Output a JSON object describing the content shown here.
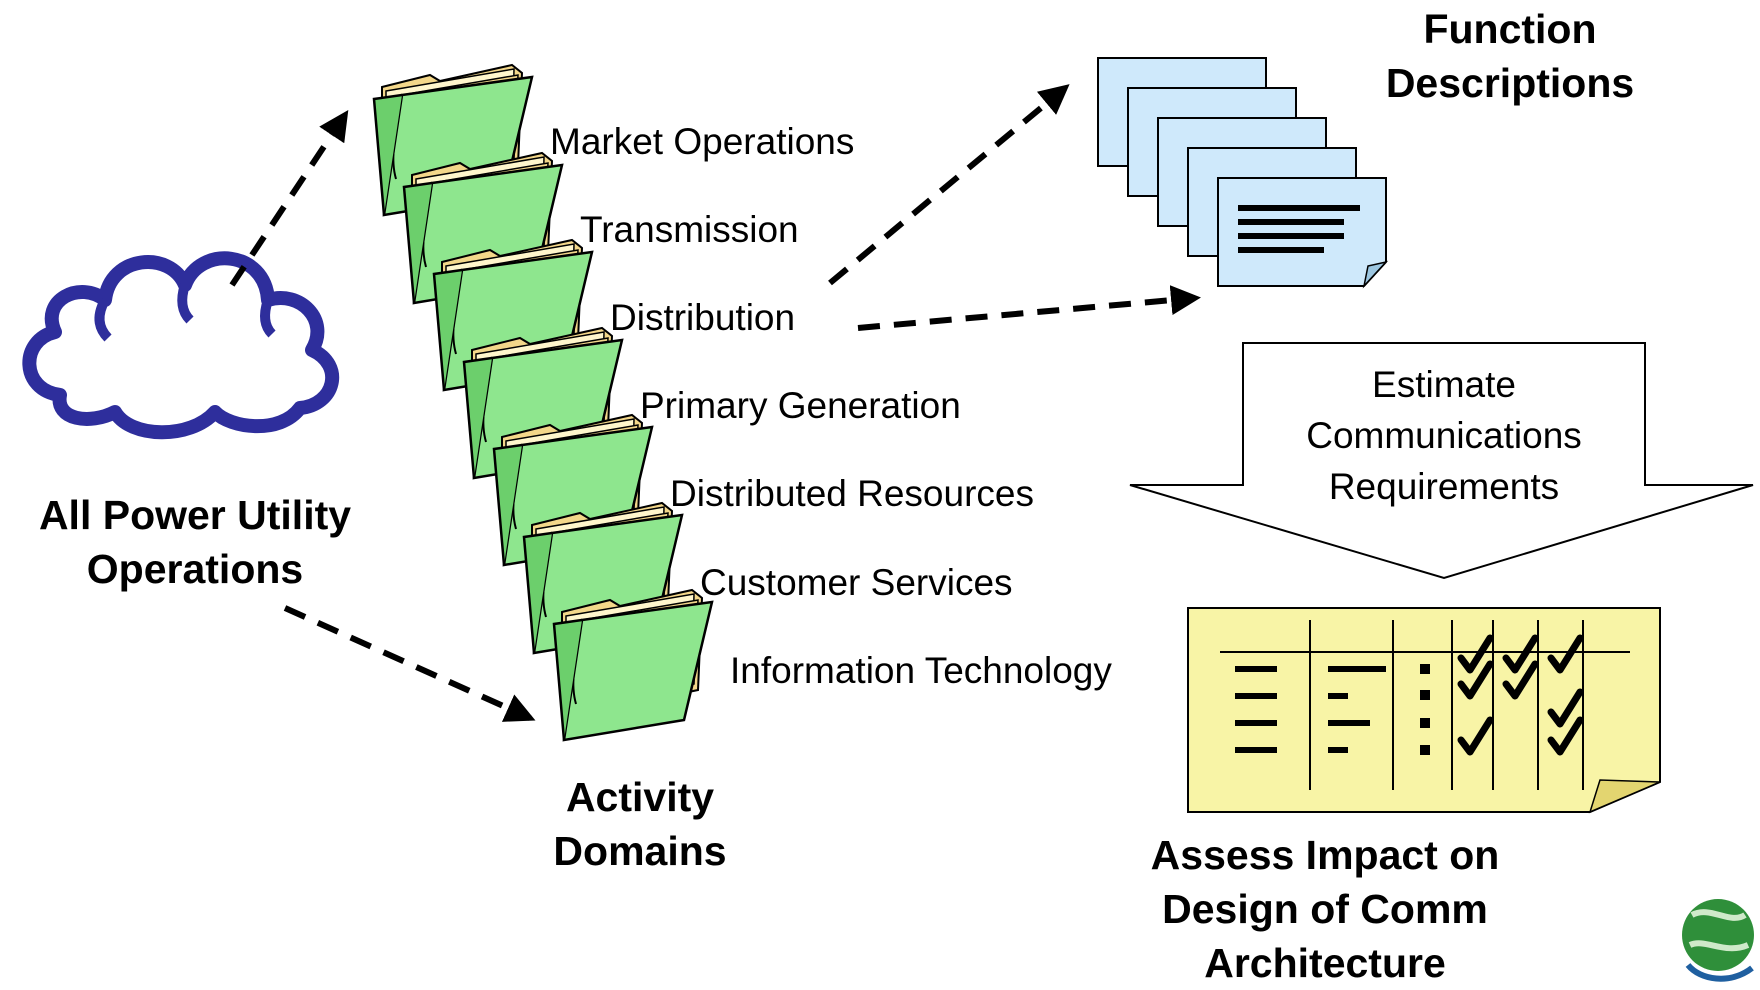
{
  "source": {
    "label_line1": "All Power Utility",
    "label_line2": "Operations"
  },
  "activity_domains": {
    "label_line1": "Activity",
    "label_line2": "Domains",
    "items": [
      "Market Operations",
      "Transmission",
      "Distribution",
      "Primary Generation",
      "Distributed Resources",
      "Customer Services",
      "Information Technology"
    ]
  },
  "function_descriptions": {
    "label_line1": "Function",
    "label_line2": "Descriptions"
  },
  "estimate": {
    "line1": "Estimate",
    "line2": "Communications",
    "line3": "Requirements"
  },
  "assess": {
    "line1": "Assess Impact on",
    "line2": "Design of Comm",
    "line3": "Architecture"
  },
  "colors": {
    "cloud": "#2e2e9c",
    "folder_green": "#8ee68e",
    "folder_tan": "#f3d78a",
    "doc_blue": "#cfe9fb",
    "note_yellow": "#f8f4a6"
  }
}
